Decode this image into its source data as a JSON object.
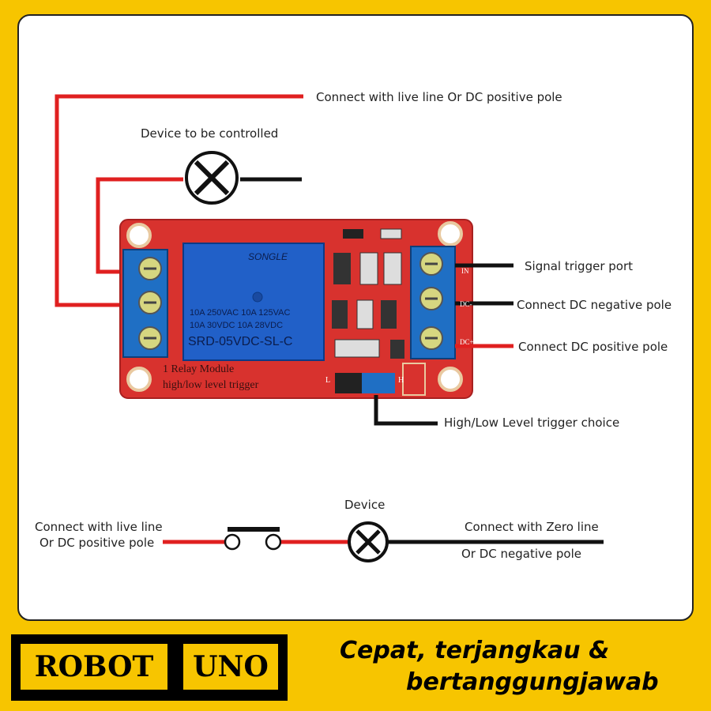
{
  "diagram": {
    "labels": {
      "live_top": "Connect with live line Or DC positive pole",
      "device_controlled": "Device to be controlled",
      "signal_trigger": "Signal trigger port",
      "dc_negative": "Connect DC negative pole",
      "dc_positive": "Connect DC positive pole",
      "trigger_choice": "High/Low Level trigger choice",
      "device": "Device",
      "bottom_live_1": "Connect with live line",
      "bottom_live_2": "Or DC positive pole",
      "zero_line": "Connect with Zero line",
      "dc_negative_bottom": "Or DC negative pole"
    },
    "board": {
      "relay_brand": "SONGLE",
      "relay_rating_1": "10A 250VAC  10A 125VAC",
      "relay_rating_2": "10A  30VDC  10A  28VDC",
      "relay_model": "SRD-05VDC-SL-C",
      "silk_1": "1 Relay  Module",
      "silk_2": "high/low level trigger",
      "pin_in": "IN",
      "pin_dcm": "DC-",
      "pin_dcp": "DC+",
      "jumper_l": "L",
      "jumper_h": "H"
    },
    "colors": {
      "wire_red": "#e02020",
      "wire_black": "#111111",
      "board_red": "#d8322e",
      "terminal_blue": "#1f6fc4",
      "relay_blue": "#2160c8"
    }
  },
  "brand": {
    "left": "ROBOT",
    "right": "UNO"
  },
  "tagline": {
    "line1": "Cepat, terjangkau &",
    "line2": "bertanggungjawab"
  }
}
